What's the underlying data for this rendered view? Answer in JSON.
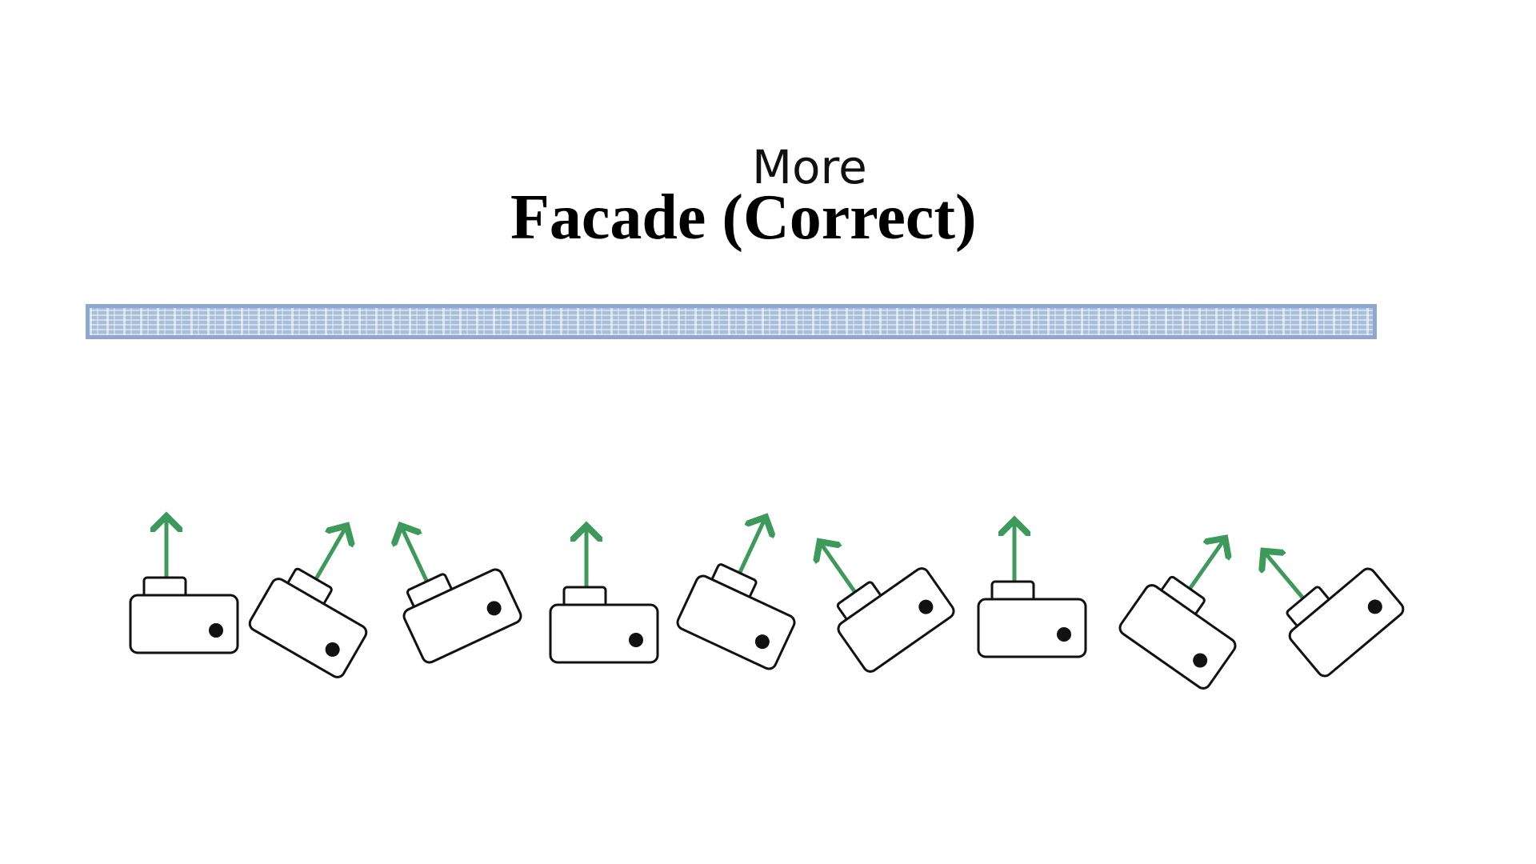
{
  "slide": {
    "subtitle": "More",
    "title": "Facade (Correct)"
  },
  "facade": {
    "label": "",
    "color": "#9fb4d6"
  },
  "cameras": {
    "count": 9,
    "arrow_color": "#3e9a5a",
    "body_color": "#ffffff",
    "outline_color": "#111111",
    "orientations_deg": [
      0,
      30,
      -25,
      0,
      25,
      -35,
      0,
      35,
      -40
    ]
  }
}
